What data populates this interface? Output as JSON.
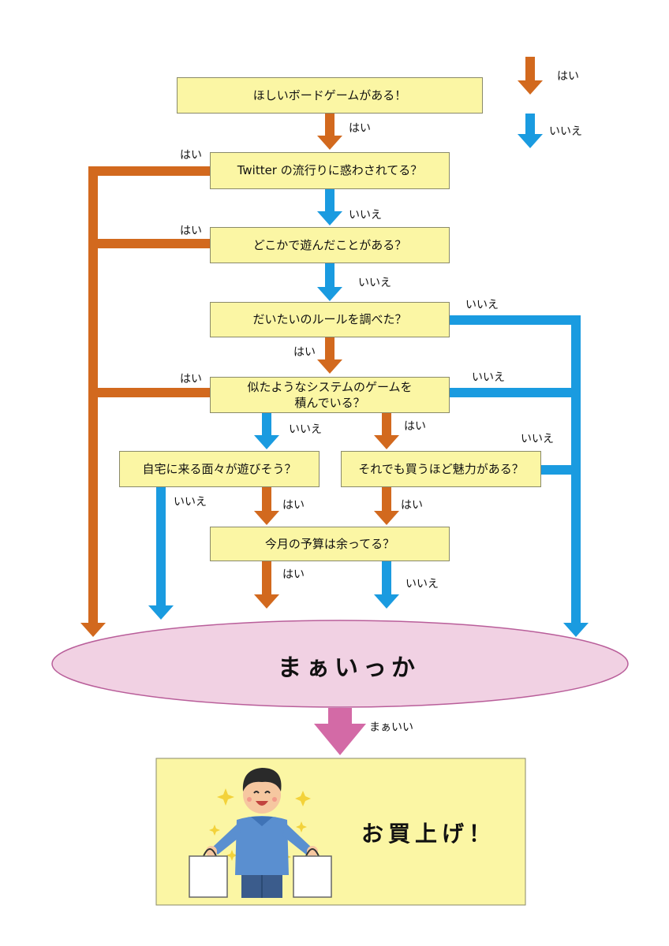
{
  "colors": {
    "yes": "#d2691e",
    "no": "#1a9be0",
    "final": "#d36aa6",
    "box": "#fbf6a4",
    "ellipse": "#f1d1e3"
  },
  "legend": {
    "yes": "はい",
    "no": "いいえ"
  },
  "questions": {
    "q1": "ほしいボードゲームがある！",
    "q2": "Twitter の流行りに惑わされてる？",
    "q3": "どこかで遊んだことがある？",
    "q4": "だいたいのルールを調べた？",
    "q5_line1": "似たようなシステムのゲームを",
    "q5_line2": "積んでいる？",
    "q6": "自宅に来る面々が遊びそう？",
    "q7": "それでも買うほど魅力がある？",
    "q8": "今月の予算は余ってる？"
  },
  "labels": {
    "yes": "はい",
    "no": "いいえ",
    "final_arrow": "まぁいい"
  },
  "ellipse_text": "まぁいっか",
  "result_text": "お買上げ！"
}
